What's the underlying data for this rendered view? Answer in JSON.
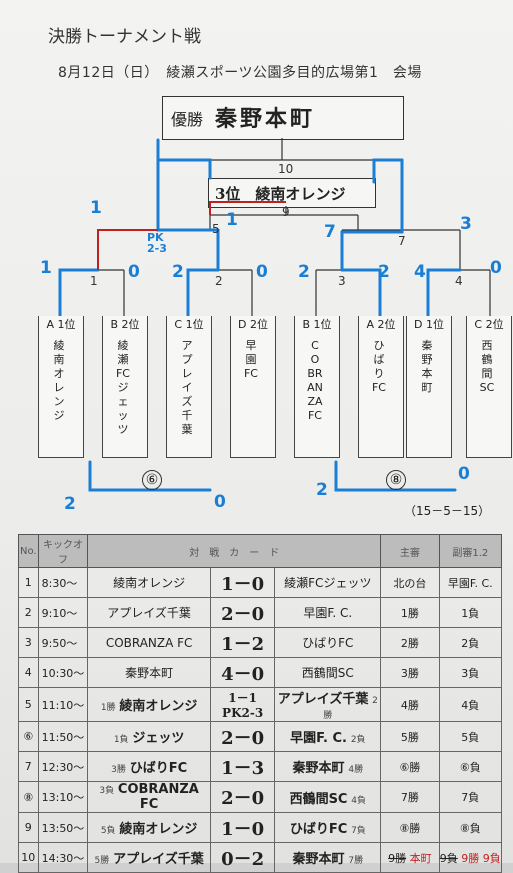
{
  "title": "決勝トーナメント戦",
  "subtitle": "8月12日（日）　綾瀬スポーツ公園多目的広場第1　会場",
  "champion": {
    "label": "優勝",
    "name": "秦野本町"
  },
  "third_place": {
    "text": "3位　綾南オレンジ"
  },
  "bracket_numbers": {
    "m10": "10",
    "m9": "9",
    "m5": "5",
    "m7": "7",
    "m1": "1",
    "m2": "2",
    "m3": "3",
    "m4": "4"
  },
  "pk_note": "PK 2-3",
  "hand_scores": {
    "l_outer_top": "1",
    "l_inner_top": "1",
    "r_inner_top": "7",
    "r_outer_top": "3",
    "a1": "1",
    "b2": "0",
    "c1": "2",
    "d2": "0",
    "b1": "2",
    "a2": "2",
    "dd1": "4",
    "cc2": "0",
    "pool6_left": "2",
    "pool6_right": "0",
    "pool8_left": "2",
    "pool8_right": "0"
  },
  "teams": [
    {
      "rank": "A 1位",
      "name": "綾南オレンジ"
    },
    {
      "rank": "B 2位",
      "name": "綾瀬FCジェッツ"
    },
    {
      "rank": "C 1位",
      "name": "アプレイズ千葉"
    },
    {
      "rank": "D 2位",
      "name": "早園FC"
    },
    {
      "rank": "B 1位",
      "name": "COBRANZA FC"
    },
    {
      "rank": "A 2位",
      "name": "ひばりFC"
    },
    {
      "rank": "D 1位",
      "name": "秦野本町"
    },
    {
      "rank": "C 2位",
      "name": "西鶴間SC"
    }
  ],
  "pools": {
    "left": "⑥",
    "right": "⑧"
  },
  "score_format": "（15－5－15）",
  "table": {
    "headers": {
      "no": "No.",
      "kick": "キックオフ",
      "card": "対　戦　カ　ー　ド",
      "ref1": "主審",
      "ref2": "副審1.2"
    },
    "rows": [
      {
        "no": "1",
        "kick": "8:30～",
        "t1": "綾南オレンジ",
        "score": "1－0",
        "t2": "綾瀬FCジェッツ",
        "ref1": "北の台",
        "ref2": "早園F. C."
      },
      {
        "no": "2",
        "kick": "9:10～",
        "t1": "アプレイズ千葉",
        "score": "2－0",
        "t2": "早園F. C.",
        "ref1": "1勝",
        "ref2": "1負"
      },
      {
        "no": "3",
        "kick": "9:50～",
        "t1": "COBRANZA FC",
        "score": "1－2",
        "t2": "ひばりFC",
        "ref1": "2勝",
        "ref2": "2負"
      },
      {
        "no": "4",
        "kick": "10:30～",
        "t1": "秦野本町",
        "score": "4－0",
        "t2": "西鶴間SC",
        "ref1": "3勝",
        "ref2": "3負"
      },
      {
        "no": "5",
        "kick": "11:10～",
        "pre": "1勝",
        "t1": "綾南オレンジ",
        "score": "1－1 PK2-3",
        "t2": "アプレイズ千葉",
        "post": "2勝",
        "ref1": "4勝",
        "ref2": "4負"
      },
      {
        "no": "⑥",
        "kick": "11:50～",
        "pre": "1負",
        "t1": "ジェッツ",
        "score": "2－0",
        "t2": "早園F. C.",
        "post": "2負",
        "ref1": "5勝",
        "ref2": "5負"
      },
      {
        "no": "7",
        "kick": "12:30～",
        "pre": "3勝",
        "t1": "ひばりFC",
        "score": "1－3",
        "t2": "秦野本町",
        "post": "4勝",
        "ref1": "⑥勝",
        "ref2": "⑥負"
      },
      {
        "no": "⑧",
        "kick": "13:10～",
        "pre": "3負",
        "t1": "COBRANZA FC",
        "score": "2－0",
        "t2": "西鶴間SC",
        "post": "4負",
        "ref1": "7勝",
        "ref2": "7負"
      },
      {
        "no": "9",
        "kick": "13:50～",
        "pre": "5負",
        "t1": "綾南オレンジ",
        "score": "1－0",
        "t2": "ひばりFC",
        "post": "7負",
        "ref1": "⑧勝",
        "ref2": "⑧負"
      },
      {
        "no": "10",
        "kick": "14:30～",
        "pre": "5勝",
        "t1": "アプレイズ千葉",
        "score": "0－2",
        "t2": "秦野本町",
        "post": "7勝",
        "ref1": "9勝",
        "ref2": "9負",
        "ref1_note": "本町",
        "ref2_note": "9勝 9負"
      }
    ]
  },
  "colors": {
    "marker_blue": "#1a7fd4",
    "marker_red": "#c02020",
    "line": "#333333"
  }
}
